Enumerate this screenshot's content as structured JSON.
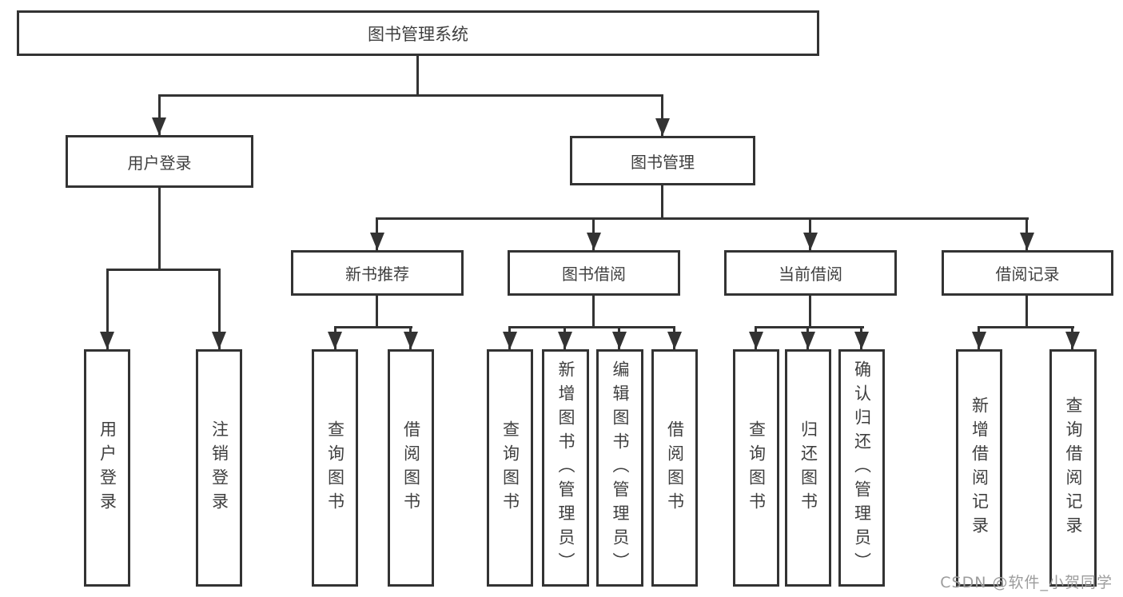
{
  "diagram": {
    "title": "图书管理系统",
    "level2": [
      {
        "label": "用户登录"
      },
      {
        "label": "图书管理"
      }
    ],
    "level3": [
      {
        "label": "新书推荐"
      },
      {
        "label": "图书借阅"
      },
      {
        "label": "当前借阅"
      },
      {
        "label": "借阅记录"
      }
    ],
    "level4": {
      "user_login": [
        {
          "label": "用户登录"
        },
        {
          "label": "注销登录"
        }
      ],
      "new_books": [
        {
          "label": "查询图书"
        },
        {
          "label": "借阅图书"
        }
      ],
      "book_borrow": [
        {
          "label": "查询图书"
        },
        {
          "label": "新增图书（管理员）"
        },
        {
          "label": "编辑图书（管理员）"
        },
        {
          "label": "借阅图书"
        }
      ],
      "current_borrow": [
        {
          "label": "查询图书"
        },
        {
          "label": "归还图书"
        },
        {
          "label": "确认归还（管理员）"
        }
      ],
      "borrow_records": [
        {
          "label": "新增借阅记录"
        },
        {
          "label": "查询借阅记录"
        }
      ]
    }
  },
  "watermark": "CSDN @软件_小贺同学",
  "colors": {
    "line": "#333333",
    "text": "#3f3f3f",
    "box_background": "#ffffff",
    "page_background": "#ffffff",
    "watermark": "#9c9c9c"
  }
}
